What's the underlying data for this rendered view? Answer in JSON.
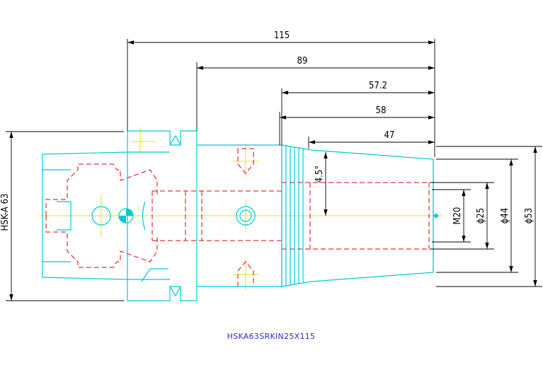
{
  "drawing": {
    "caption": "HSKA63SRKIN25X115",
    "left_label": "HSK-A 63",
    "angle_label": "4.5°",
    "dimensions_horizontal": [
      "115",
      "89",
      "57.2",
      "58",
      "47"
    ],
    "dimensions_vertical": [
      "M20",
      "ϕ25",
      "ϕ44",
      "ϕ53"
    ],
    "colors": {
      "outline": "#00c8d8",
      "hidden": "#e00000",
      "center": "#e6e600",
      "dimension": "#000000",
      "caption": "#2b2bd6"
    }
  }
}
